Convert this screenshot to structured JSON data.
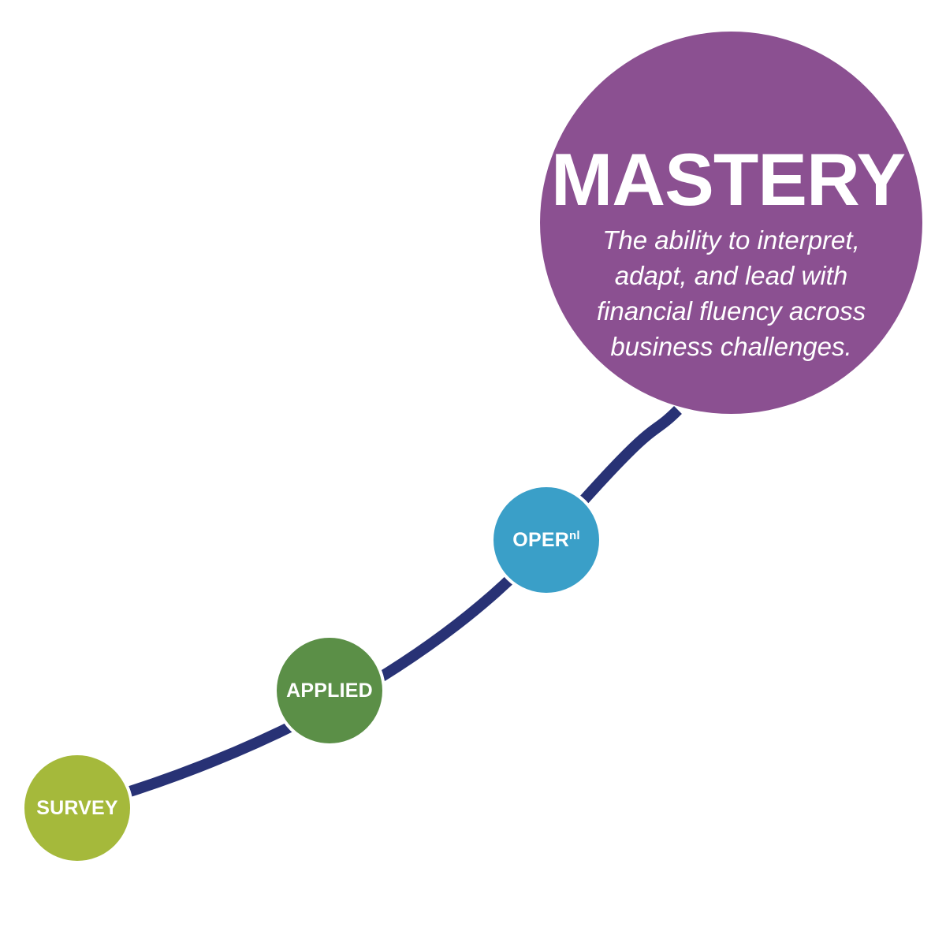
{
  "colors": {
    "path": "#283275",
    "survey": "#a5b93b",
    "applied": "#5b8f47",
    "oper": "#3a9fc8",
    "mastery": "#8b5091",
    "text": "#ffffff"
  },
  "stages": {
    "survey": {
      "label": "SURVEY"
    },
    "applied": {
      "label": "APPLIED"
    },
    "oper": {
      "label": "OPER",
      "superscript": "nl"
    },
    "mastery": {
      "title": "MASTERY",
      "description": "The ability to interpret, adapt, and lead with financial fluency across business challenges."
    }
  }
}
